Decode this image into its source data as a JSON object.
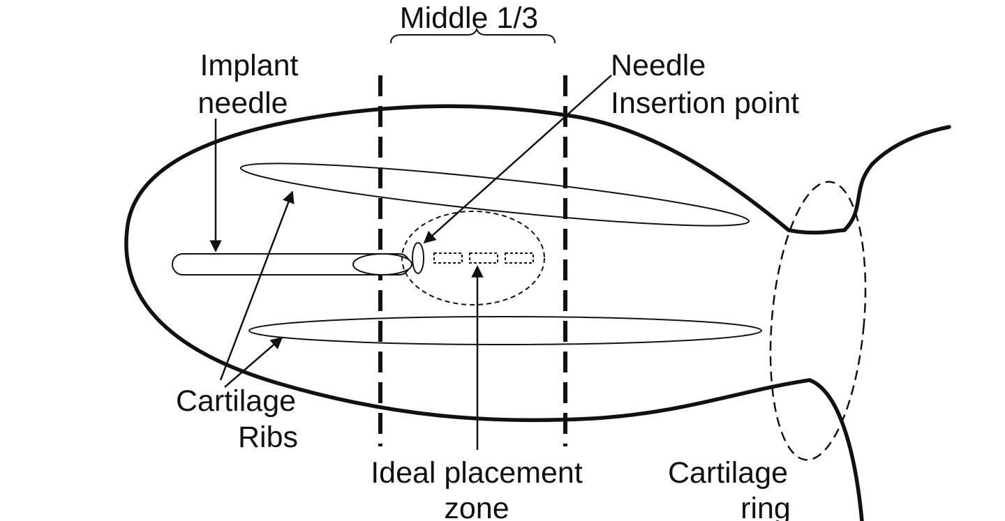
{
  "colors": {
    "ink": "#111111",
    "background": "#ffffff"
  },
  "labels": {
    "middle_third": "Middle 1/3",
    "implant_needle_line1": "Implant",
    "implant_needle_line2": "needle",
    "needle_insertion_line1": "Needle",
    "needle_insertion_line2": "Insertion point",
    "cartilage_ribs_line1": "Cartilage",
    "cartilage_ribs_line2": "Ribs",
    "ideal_zone_line1": "Ideal placement",
    "ideal_zone_line2": "zone",
    "cartilage_ring_line1": "Cartilage",
    "cartilage_ring_line2": "ring"
  },
  "icons": [
    "arrow-icon",
    "brace-icon"
  ]
}
